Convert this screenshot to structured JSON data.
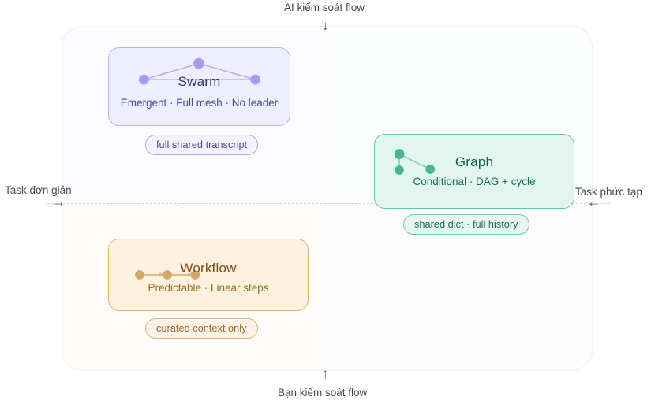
{
  "axes": {
    "top_label": "AI kiểm soát flow",
    "bottom_label": "Bạn kiểm soát flow",
    "left_label": "Task đơn giản",
    "right_label": "Task phức tạp",
    "top_arrow": "↓",
    "bottom_arrow": "↑",
    "left_arrow": "→",
    "right_arrow": "←"
  },
  "cards": {
    "swarm": {
      "title": "Swarm",
      "subtitle": "Emergent · Full mesh · No leader",
      "badge": "full shared transcript",
      "accent": "#8b7ee0",
      "node_color": "#a79bea",
      "edge_color": "#b8aeee"
    },
    "graph": {
      "title": "Graph",
      "subtitle": "Conditional · DAG + cycle",
      "badge": "shared dict · full history",
      "accent": "#3aa98a",
      "node_color": "#4bb294",
      "edge_color": "#86cdb8"
    },
    "workflow": {
      "title": "Workflow",
      "subtitle": "Predictable · Linear steps",
      "badge": "curated context only",
      "accent": "#d19a52",
      "node_color": "#d6a868",
      "edge_color": "#dbb27c"
    }
  },
  "chart_data": {
    "type": "scatter",
    "title": "",
    "xlabel": "Task đơn giản → Task phức tạp",
    "ylabel": "Bạn kiểm soát flow → AI kiểm soát flow",
    "quadrant_split": {
      "x": 0.5,
      "y": 0.514
    },
    "grid": false,
    "legend": "none",
    "points": [
      {
        "name": "Swarm",
        "quadrant": "top-left",
        "x": 0.25,
        "y": 0.78
      },
      {
        "name": "Graph",
        "quadrant": "bottom-right",
        "x": 0.78,
        "y": 0.52
      },
      {
        "name": "Workflow",
        "quadrant": "bottom-left",
        "x": 0.27,
        "y": 0.22
      }
    ]
  }
}
